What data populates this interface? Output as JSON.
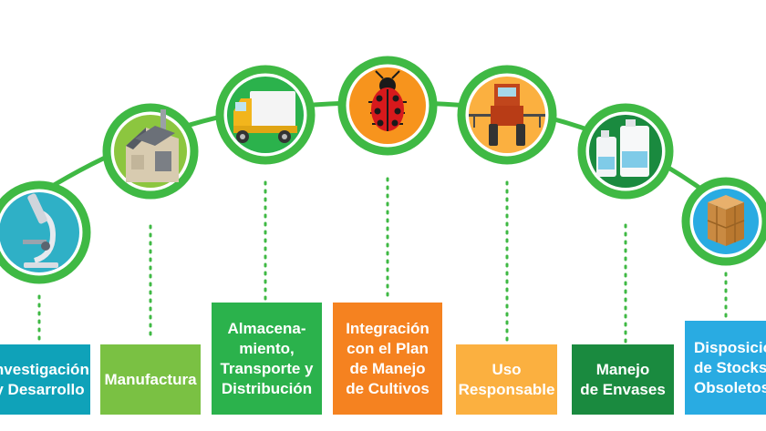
{
  "stages": [
    {
      "label": "Investigación\ny Desarrollo",
      "color": "#0fa2b9",
      "ring": "#3fb944",
      "inner": "#2fb0c6",
      "icon": "microscope-icon"
    },
    {
      "label": "Manufactura",
      "color": "#7ac143",
      "ring": "#3fb944",
      "inner": "#8cc63f",
      "icon": "factory-icon"
    },
    {
      "label": "Almacena-\nmiento,\nTransporte y\nDistribución",
      "color": "#2bb24c",
      "ring": "#3fb944",
      "inner": "#2bb24c",
      "icon": "truck-icon"
    },
    {
      "label": "Integración\ncon el Plan\nde Manejo\nde Cultivos",
      "color": "#f58220",
      "ring": "#3fb944",
      "inner": "#f7941d",
      "icon": "ladybug-icon"
    },
    {
      "label": "Uso\nResponsable",
      "color": "#fbb040",
      "ring": "#3fb944",
      "inner": "#fbb040",
      "icon": "tractor-icon"
    },
    {
      "label": "Manejo\nde Envases",
      "color": "#1a8a3f",
      "ring": "#3fb944",
      "inner": "#1a8a3f",
      "icon": "containers-icon"
    },
    {
      "label": "Disposición\nde Stocks\nObsoletos",
      "color": "#29abe2",
      "ring": "#3fb944",
      "inner": "#29abe2",
      "icon": "boxes-icon"
    }
  ],
  "colors": {
    "arc": "#3fb944",
    "dots": "#3fb944"
  }
}
